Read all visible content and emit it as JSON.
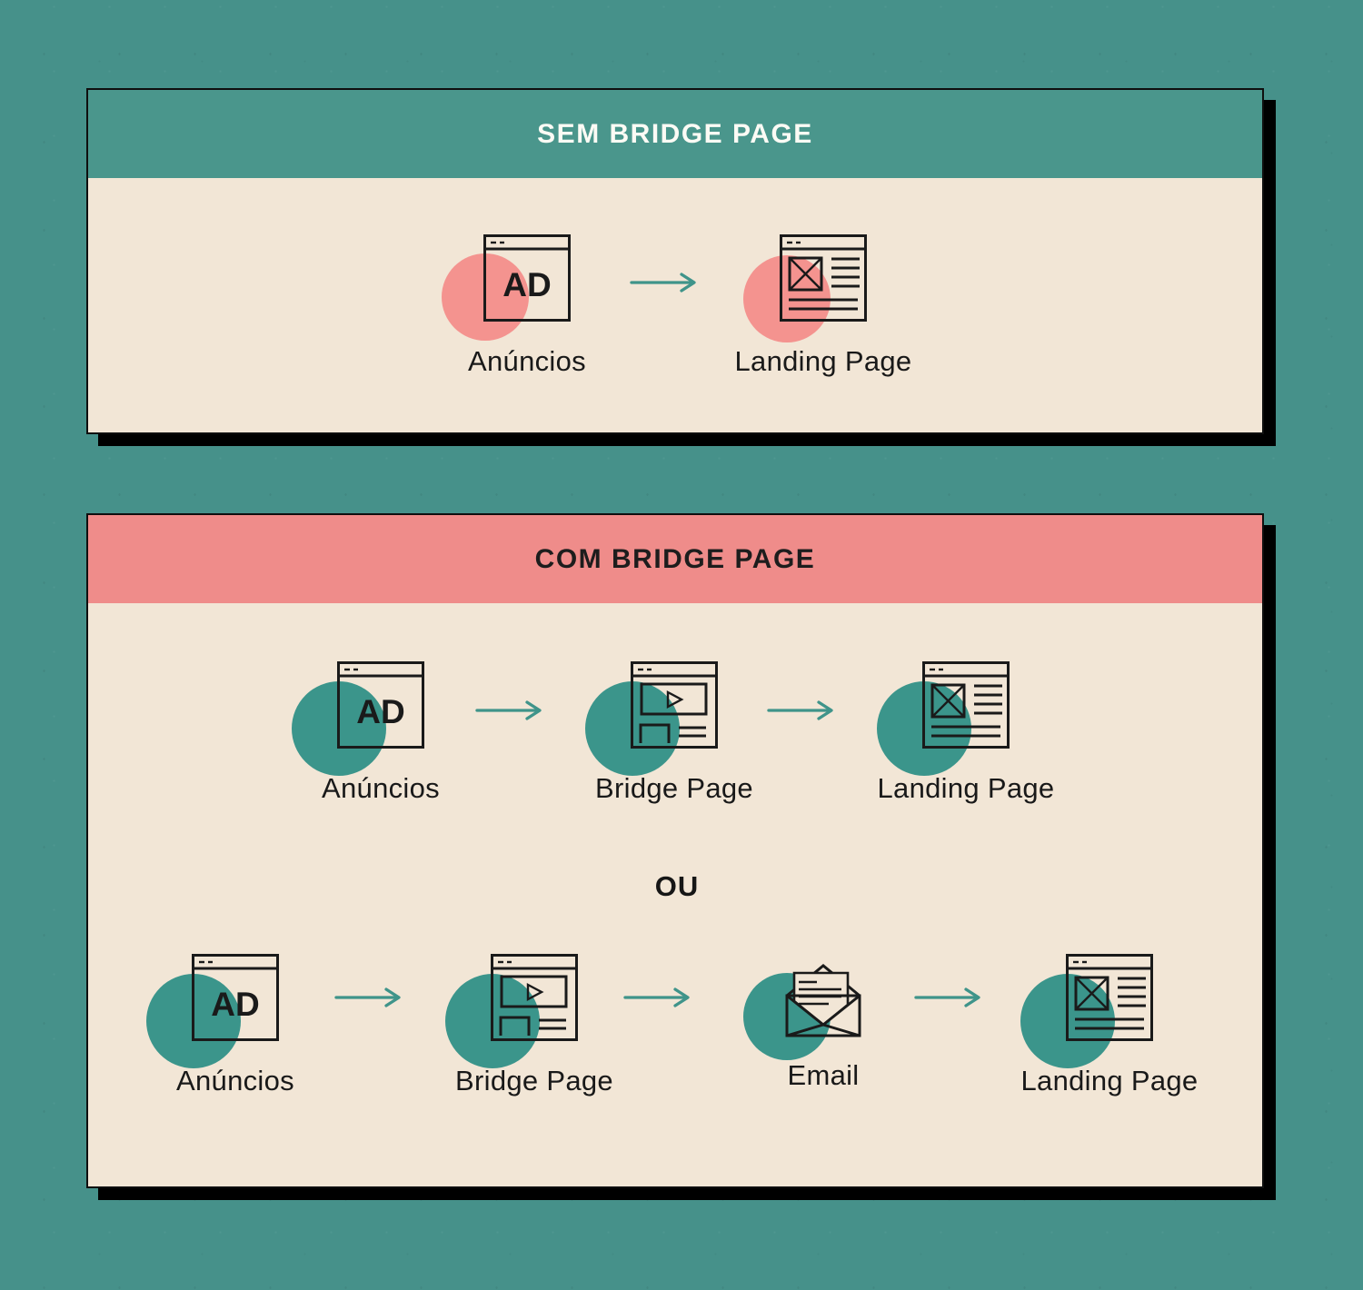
{
  "colors": {
    "bg": "#46918A",
    "header-teal": "#4A968C",
    "header-coral": "#EF8C8A",
    "cream": "#F2E6D6",
    "ink": "#1A1A1A",
    "white": "#FCFBF5",
    "pink": "#F4938F",
    "teal-blob": "#3B958B",
    "arrow": "#3F948A",
    "shadow": "#000000"
  },
  "icons": {
    "ad_text": "AD"
  },
  "panel_top": {
    "title": "SEM BRIDGE PAGE",
    "nodes": [
      {
        "label": "Anúncios"
      },
      {
        "label": "Landing Page"
      }
    ]
  },
  "panel_bottom": {
    "title": "COM BRIDGE PAGE",
    "or_label": "OU",
    "row1": [
      {
        "label": "Anúncios"
      },
      {
        "label": "Bridge Page"
      },
      {
        "label": "Landing Page"
      }
    ],
    "row2": [
      {
        "label": "Anúncios"
      },
      {
        "label": "Bridge Page"
      },
      {
        "label": "Email"
      },
      {
        "label": "Landing Page"
      }
    ]
  }
}
